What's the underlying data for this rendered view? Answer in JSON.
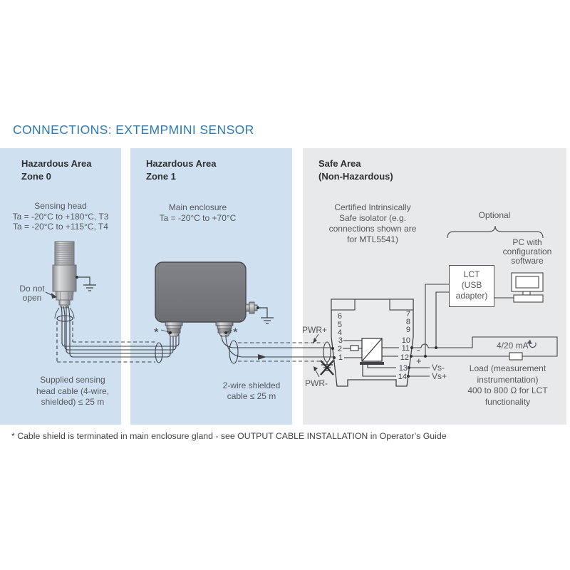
{
  "title": "CONNECTIONS: EXTEMPMINI SENSOR",
  "footer": {
    "note": "* Cable shield is terminated in main enclosure gland - see OUTPUT CABLE INSTALLATION in Operator’s Guide"
  },
  "colors": {
    "accent_blue": "#2b79b3",
    "panel_blue": "#cfe1f1",
    "panel_gray": "#e8e9ea",
    "enclosure_gray": "#77787b",
    "line": "#3f4146"
  },
  "zone0": {
    "heading": [
      "Hazardous Area",
      "Zone 0"
    ],
    "info": [
      "Sensing head",
      "Ta = -20°C to +180°C, T3",
      "Ta = -20°C to +115°C, T4"
    ],
    "do_not_open": [
      "Do not",
      "open"
    ],
    "cable_note": [
      "Supplied sensing",
      "head cable (4-wire,",
      "shielded) ≤ 25 m"
    ]
  },
  "zone1": {
    "heading": [
      "Hazardous Area",
      "Zone 1"
    ],
    "info": [
      "Main enclosure",
      "Ta = -20°C to +70°C"
    ],
    "cable_note": [
      "2-wire shielded",
      "cable ≤ 25 m"
    ],
    "asterisk": "*"
  },
  "safe": {
    "heading": [
      "Safe Area",
      "(Non-Hazardous)"
    ],
    "isolator_note": [
      "Certified Intrinsically",
      "Safe isolator (e.g.",
      "connections shown are",
      "for MTL5541)"
    ],
    "optional": "Optional",
    "pc_note": [
      "PC with",
      "configuration",
      "software"
    ],
    "lct": [
      "LCT",
      "(USB",
      "adapter)"
    ],
    "loop_label": "4/20 mA",
    "load_note": [
      "Load (measurement",
      "instrumentation)",
      "400 to 800 Ω for LCT",
      "functionality"
    ]
  },
  "isolator": {
    "terminals_left": [
      "6",
      "5",
      "4",
      "3",
      "2",
      "1"
    ],
    "terminals_right": [
      "7",
      "8",
      "9",
      "10",
      "11",
      "12",
      "13",
      "14"
    ],
    "minus": "-",
    "plus": "+"
  },
  "wiring": {
    "pwr_plus": "PWR+",
    "pwr_minus": "PWR-",
    "vs_minus": "Vs-",
    "vs_plus": "Vs+"
  }
}
